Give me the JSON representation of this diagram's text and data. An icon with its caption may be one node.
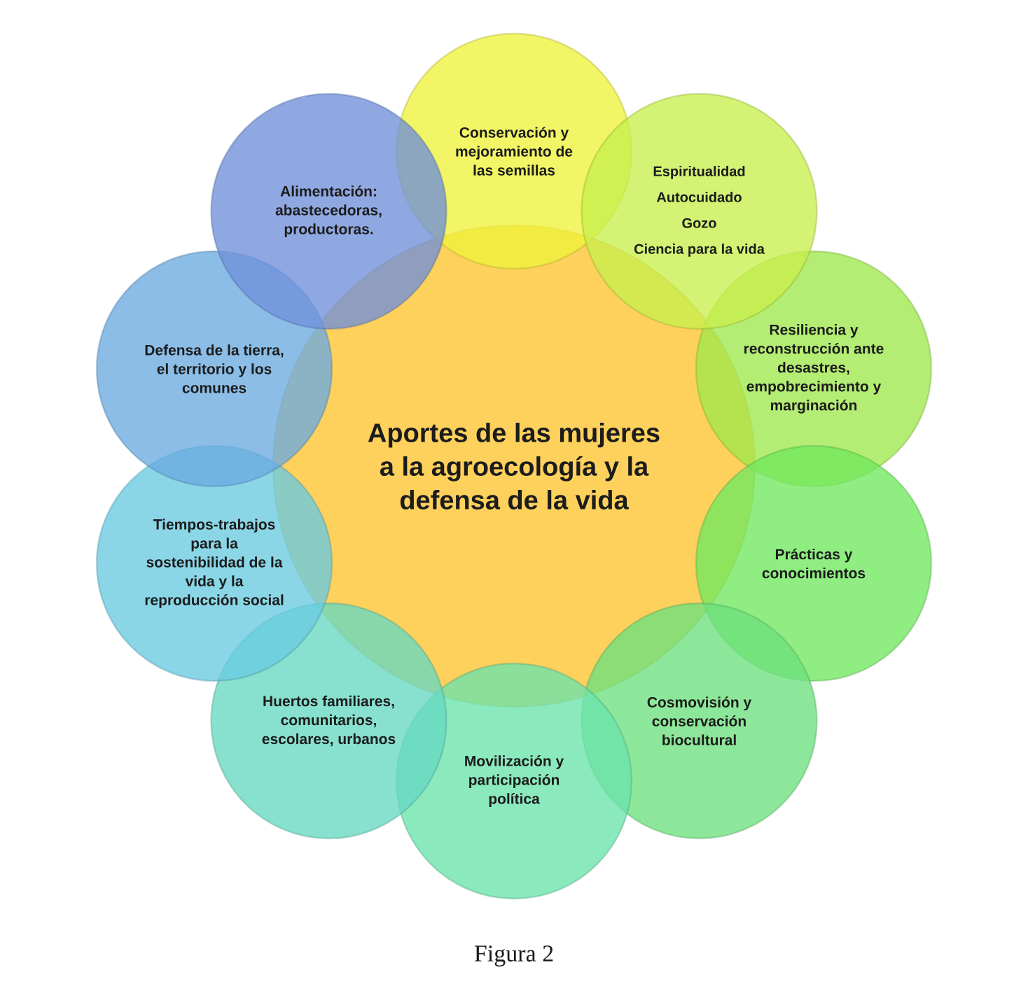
{
  "diagram": {
    "caption": "Figura 2",
    "nodes": [
      {
        "text": [
          "Aportes de las mujeres a la agroecología y la defensa de la vida"
        ]
      },
      {
        "text": [
          "Conservación y mejoramiento de las semillas"
        ]
      },
      {
        "text": [
          "Espiritualidad",
          "Autocuidado",
          "Gozo",
          "Ciencia para la vida"
        ]
      },
      {
        "text": [
          "Resiliencia y reconstrucción ante desastres, empobrecimiento y marginación"
        ]
      },
      {
        "text": [
          "Prácticas y conocimientos"
        ]
      },
      {
        "text": [
          "Cosmovisión y conservación biocultural"
        ]
      },
      {
        "text": [
          "Movilización y participación política"
        ]
      },
      {
        "text": [
          "Huertos familiares, comunitarios, escolares, urbanos"
        ]
      },
      {
        "text": [
          "Tiempos-trabajos para la sostenibilidad de la vida y la reproducción social"
        ]
      },
      {
        "text": [
          "Defensa de la tierra, el territorio y los comunes"
        ]
      },
      {
        "text": [
          "Alimentación: abastecedoras, productoras."
        ]
      }
    ]
  }
}
